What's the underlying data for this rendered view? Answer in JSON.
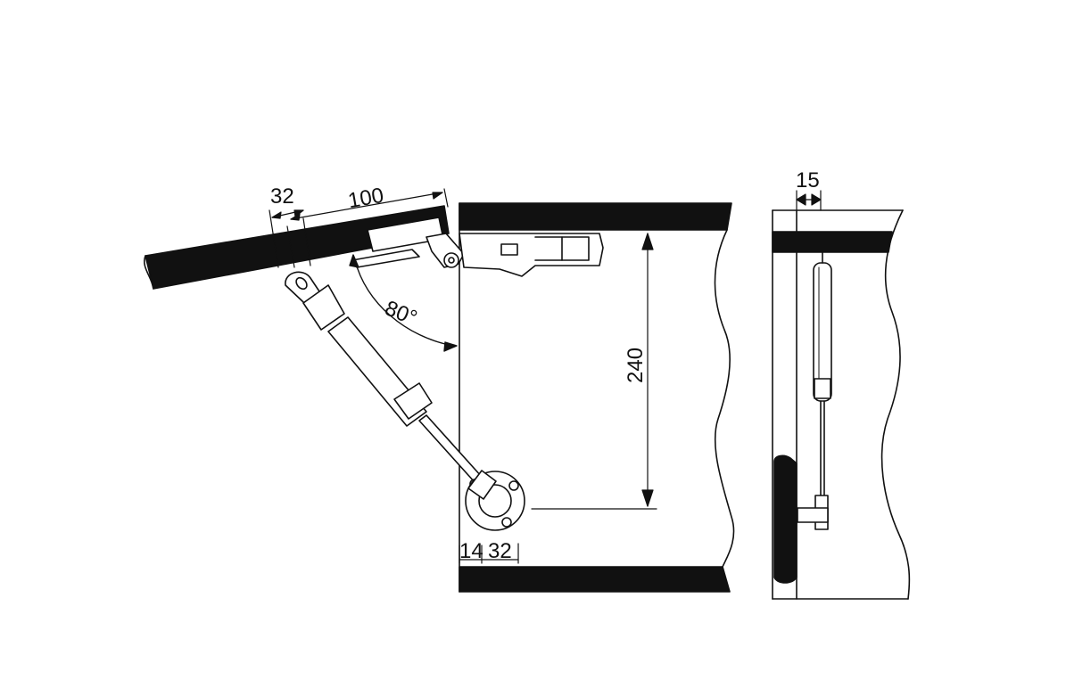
{
  "diagram": {
    "labels": {
      "dim_32_top": "32",
      "dim_100": "100",
      "angle": "80°",
      "dim_240": "240",
      "dim_14": "14",
      "dim_32_bottom": "32",
      "dim_15": "15"
    },
    "colors": {
      "ink": "#111111",
      "panel": "#111111",
      "background": "#ffffff"
    }
  }
}
